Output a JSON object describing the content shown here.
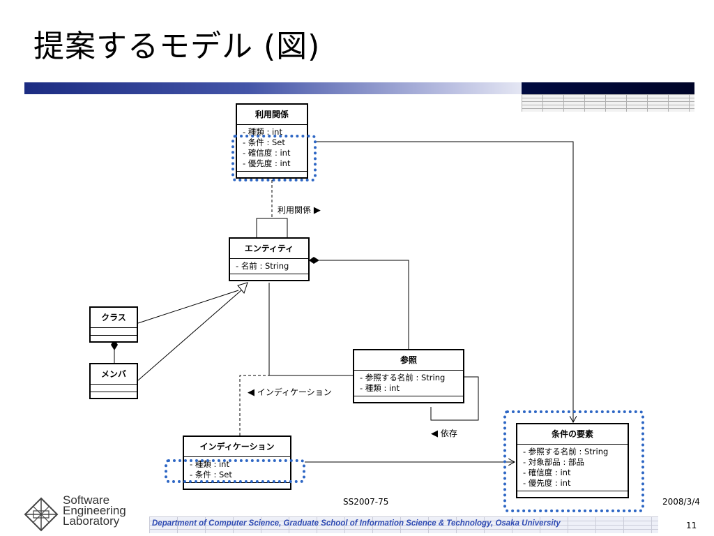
{
  "slide": {
    "title": "提案するモデル (図)",
    "event": "SS2007-75",
    "date": "2008/3/4",
    "page_number": "11",
    "department": "Department of Computer Science, Graduate School of Information Science & Technology, Osaka University",
    "logo_lines": [
      "Software",
      "Engineering",
      "Laboratory"
    ]
  },
  "diagram": {
    "classes": {
      "riyou": {
        "name": "利用関係",
        "attrs": [
          "- 種類 : int",
          "- 条件 : Set",
          "- 確信度 : int",
          "- 優先度 : int"
        ]
      },
      "entity": {
        "name": "エンティティ",
        "attrs": [
          "- 名前 : String"
        ]
      },
      "klass": {
        "name": "クラス",
        "attrs": []
      },
      "member": {
        "name": "メンバ",
        "attrs": []
      },
      "sansho": {
        "name": "参照",
        "attrs": [
          "- 参照する名前 : String",
          "- 種類 : int"
        ]
      },
      "indication": {
        "name": "インディケーション",
        "attrs": [
          "- 種類 : int",
          "- 条件 : Set"
        ]
      },
      "youso": {
        "name": "条件の要素",
        "attrs": [
          "- 参照する名前 : String",
          "- 対象部品 : 部品",
          "- 確信度 : int",
          "- 優先度 : int"
        ]
      }
    },
    "labels": {
      "riyou_assoc": "利用関係",
      "indication_assoc": "インディケーション",
      "izon": "依存"
    },
    "highlight_color": "#2d66c4"
  }
}
